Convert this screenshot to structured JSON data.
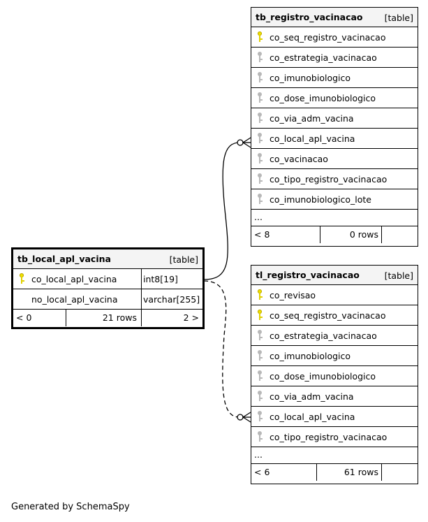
{
  "tables": {
    "top": {
      "name": "tb_registro_vacinacao",
      "kind": "[table]",
      "columns": [
        {
          "name": "co_seq_registro_vacinacao",
          "key": "primary-key-icon"
        },
        {
          "name": "co_estrategia_vacinacao",
          "key": "foreign-key-icon"
        },
        {
          "name": "co_imunobiologico",
          "key": "foreign-key-icon"
        },
        {
          "name": "co_dose_imunobiologico",
          "key": "foreign-key-icon"
        },
        {
          "name": "co_via_adm_vacina",
          "key": "foreign-key-icon"
        },
        {
          "name": "co_local_apl_vacina",
          "key": "foreign-key-icon"
        },
        {
          "name": "co_vacinacao",
          "key": "foreign-key-icon"
        },
        {
          "name": "co_tipo_registro_vacinacao",
          "key": "foreign-key-icon"
        },
        {
          "name": "co_imunobiologico_lote",
          "key": "foreign-key-icon"
        }
      ],
      "ellipsis": "...",
      "footer": {
        "left": "< 8",
        "mid": "0 rows"
      }
    },
    "focus": {
      "name": "tb_local_apl_vacina",
      "kind": "[table]",
      "columns": [
        {
          "name": "co_local_apl_vacina",
          "type": "int8[19]",
          "key": "primary-key-icon"
        },
        {
          "name": "no_local_apl_vacina",
          "type": "varchar[255]",
          "key": ""
        }
      ],
      "footer": {
        "left": "< 0",
        "mid": "21 rows",
        "right": "2 >"
      }
    },
    "bottom": {
      "name": "tl_registro_vacinacao",
      "kind": "[table]",
      "columns": [
        {
          "name": "co_revisao",
          "key": "primary-key-icon"
        },
        {
          "name": "co_seq_registro_vacinacao",
          "key": "primary-key-icon"
        },
        {
          "name": "co_estrategia_vacinacao",
          "key": "foreign-key-icon"
        },
        {
          "name": "co_imunobiologico",
          "key": "foreign-key-icon"
        },
        {
          "name": "co_dose_imunobiologico",
          "key": "foreign-key-icon"
        },
        {
          "name": "co_via_adm_vacina",
          "key": "foreign-key-icon"
        },
        {
          "name": "co_local_apl_vacina",
          "key": "foreign-key-icon"
        },
        {
          "name": "co_tipo_registro_vacinacao",
          "key": "foreign-key-icon"
        }
      ],
      "ellipsis": "...",
      "footer": {
        "left": "< 6",
        "mid": "61 rows"
      }
    }
  },
  "relationships": [
    {
      "from": "tb_local_apl_vacina.co_local_apl_vacina",
      "to": "tb_registro_vacinacao.co_local_apl_vacina",
      "style": "solid"
    },
    {
      "from": "tb_local_apl_vacina.co_local_apl_vacina",
      "to": "tl_registro_vacinacao.co_local_apl_vacina",
      "style": "dashed"
    }
  ],
  "generated_by": "Generated by SchemaSpy"
}
